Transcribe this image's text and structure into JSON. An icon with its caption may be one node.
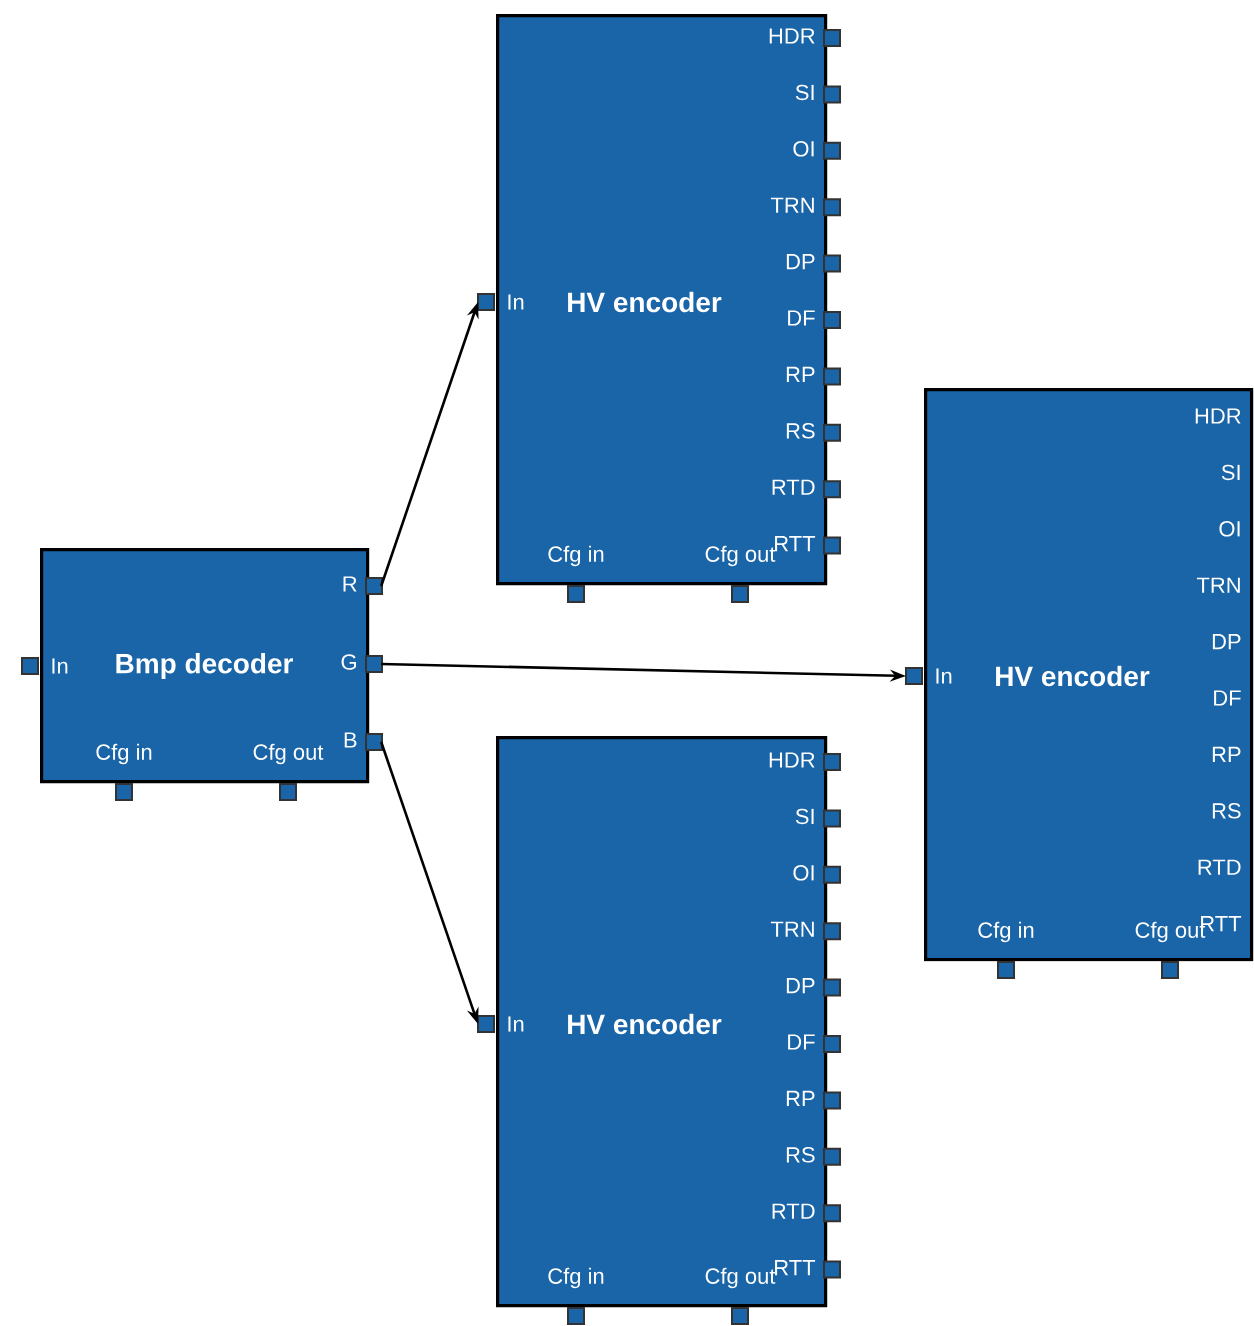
{
  "diagram": {
    "nodes": [
      {
        "text": [
          "Bmp decoder",
          "In",
          "R",
          "G",
          "B",
          "Cfg in",
          "Cfg out"
        ]
      },
      {
        "text": [
          "HV encoder",
          "In",
          "HDR",
          "SI",
          "OI",
          "TRN",
          "DP",
          "DF",
          "RP",
          "RS",
          "RTD",
          "RTT",
          "Cfg in",
          "Cfg out"
        ]
      },
      {
        "text": [
          "HV encoder",
          "In",
          "HDR",
          "SI",
          "OI",
          "TRN",
          "DP",
          "DF",
          "RP",
          "RS",
          "RTD",
          "RTT",
          "Cfg in",
          "Cfg out"
        ]
      },
      {
        "text": [
          "HV encoder",
          "In",
          "HDR",
          "SI",
          "OI",
          "TRN",
          "DP",
          "DF",
          "RP",
          "RS",
          "RTD",
          "RTT",
          "Cfg in",
          "Cfg out"
        ]
      }
    ],
    "edges": [
      {
        "from": 0,
        "to": 1,
        "arrow": "to"
      },
      {
        "from": 0,
        "to": 2,
        "arrow": "to"
      },
      {
        "from": 0,
        "to": 3,
        "arrow": "to"
      }
    ]
  }
}
